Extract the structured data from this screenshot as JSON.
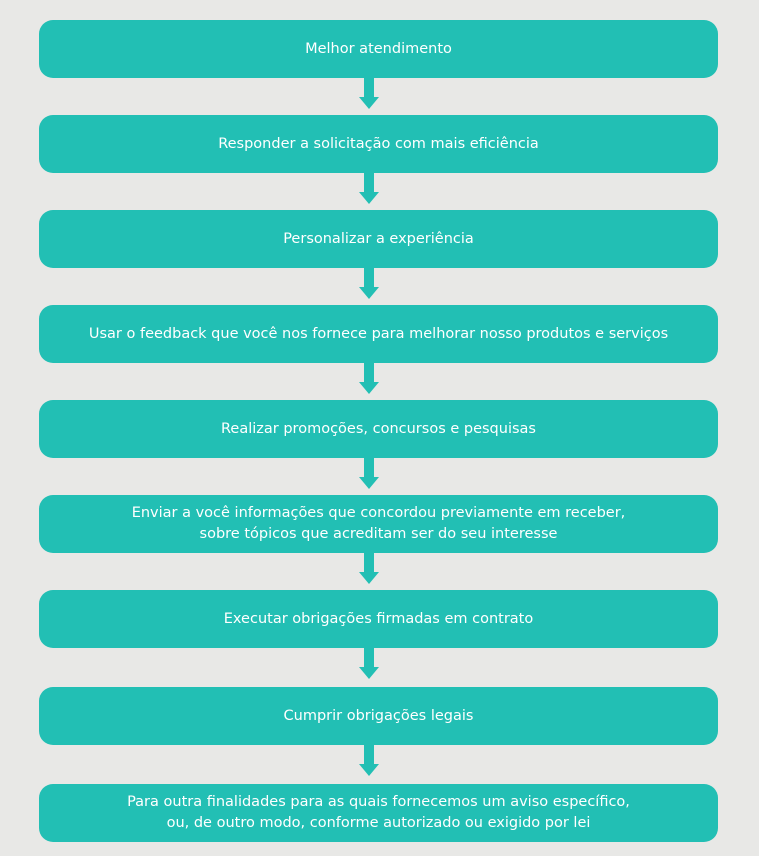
{
  "colors": {
    "background": "#e8e8e6",
    "box": "#22bfb4",
    "text": "#ffffff"
  },
  "steps": [
    {
      "label": "Melhor atendimento"
    },
    {
      "label": "Responder a solicitação com mais eficiência"
    },
    {
      "label": "Personalizar a experiência"
    },
    {
      "label": "Usar o feedback que você nos fornece para melhorar nosso produtos e serviços"
    },
    {
      "label": "Realizar promoções, concursos e pesquisas"
    },
    {
      "label": "Enviar a você informações que concordou previamente em receber,\nsobre tópicos que acreditam ser do seu interesse"
    },
    {
      "label": "Executar obrigações firmadas em contrato"
    },
    {
      "label": "Cumprir obrigações legais"
    },
    {
      "label": "Para outra finalidades para as quais fornecemos um aviso específico,\nou, de outro modo, conforme autorizado ou exigido por lei"
    }
  ]
}
